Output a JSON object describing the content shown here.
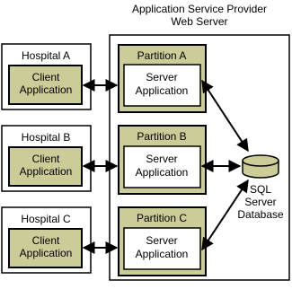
{
  "provider": {
    "title_line1": "Application Service Provider",
    "title_line2": "Web Server"
  },
  "hospitals": [
    {
      "name": "Hospital A",
      "client_line1": "Client",
      "client_line2": "Application"
    },
    {
      "name": "Hospital B",
      "client_line1": "Client",
      "client_line2": "Application"
    },
    {
      "name": "Hospital C",
      "client_line1": "Client",
      "client_line2": "Application"
    }
  ],
  "partitions": [
    {
      "name": "Partition A",
      "server_line1": "Server",
      "server_line2": "Application"
    },
    {
      "name": "Partition B",
      "server_line1": "Server",
      "server_line2": "Application"
    },
    {
      "name": "Partition C",
      "server_line1": "Server",
      "server_line2": "Application"
    }
  ],
  "database": {
    "line1": "SQL",
    "line2": "Server",
    "line3": "Database"
  },
  "colors": {
    "box_fill": "#cccc99",
    "db_fill": "#cccc99",
    "stroke": "#000000",
    "background": "#ffffff"
  }
}
